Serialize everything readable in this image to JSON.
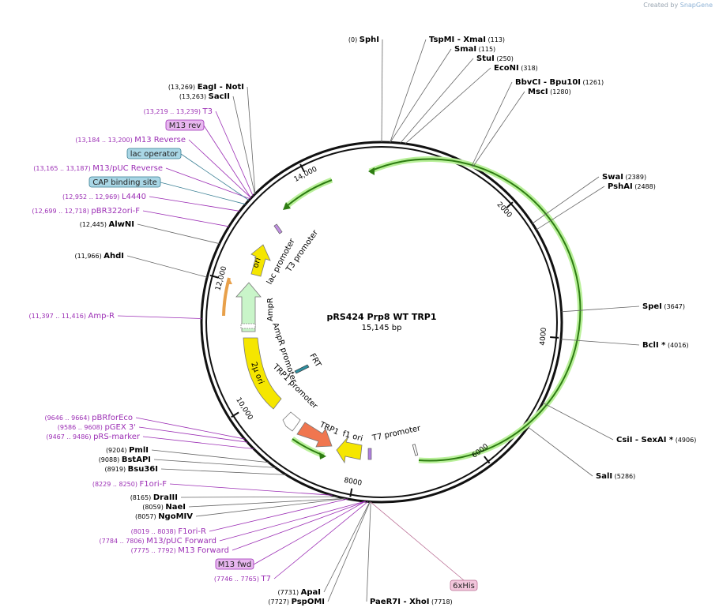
{
  "credit": {
    "prefix": "Created by",
    "brand": "SnapGene"
  },
  "map": {
    "title": "pRS424 Prp8 WT TRP1",
    "size": "15,145 bp",
    "ticks": [
      "2000",
      "4000",
      "6000",
      "8000",
      "10,000",
      "12,000",
      "14,000"
    ],
    "enzymes": [
      {
        "name": "SphI",
        "pos": "(0)",
        "bp": 0,
        "side": "L"
      },
      {
        "name": "TspMI  - XmaI",
        "pos": "(113)",
        "bp": 113,
        "side": "R"
      },
      {
        "name": "SmaI",
        "pos": "(115)",
        "bp": 115,
        "side": "R"
      },
      {
        "name": "StuI",
        "pos": "(250)",
        "bp": 250,
        "side": "R"
      },
      {
        "name": "EcoNI",
        "pos": "(318)",
        "bp": 318,
        "side": "R"
      },
      {
        "name": "BbvCI  - Bpu10I",
        "pos": "(1261)",
        "bp": 1261,
        "side": "R"
      },
      {
        "name": "MscI",
        "pos": "(1280)",
        "bp": 1280,
        "side": "R"
      },
      {
        "name": "SwaI",
        "pos": "(2389)",
        "bp": 2389,
        "side": "R"
      },
      {
        "name": "PshAI",
        "pos": "(2488)",
        "bp": 2488,
        "side": "R"
      },
      {
        "name": "SpeI",
        "pos": "(3647)",
        "bp": 3647,
        "side": "R"
      },
      {
        "name": "BclI *",
        "pos": "(4016)",
        "bp": 4016,
        "side": "R"
      },
      {
        "name": "CsiI  - SexAI *",
        "pos": "(4906)",
        "bp": 4906,
        "side": "R"
      },
      {
        "name": "SalI",
        "pos": "(5286)",
        "bp": 5286,
        "side": "R"
      },
      {
        "name": "PaeR7I  - XhoI",
        "pos": "(7718)",
        "bp": 7718,
        "side": "R"
      },
      {
        "name": "PspOMI",
        "pos": "(7727)",
        "bp": 7727,
        "side": "L"
      },
      {
        "name": "ApaI",
        "pos": "(7731)",
        "bp": 7731,
        "side": "L"
      },
      {
        "name": "NgoMIV",
        "pos": "(8057)",
        "bp": 8057,
        "side": "L"
      },
      {
        "name": "NaeI",
        "pos": "(8059)",
        "bp": 8059,
        "side": "L"
      },
      {
        "name": "DraIII",
        "pos": "(8165)",
        "bp": 8165,
        "side": "L"
      },
      {
        "name": "Bsu36I",
        "pos": "(8919)",
        "bp": 8919,
        "side": "L"
      },
      {
        "name": "BstAPI",
        "pos": "(9088)",
        "bp": 9088,
        "side": "L"
      },
      {
        "name": "PmlI",
        "pos": "(9204)",
        "bp": 9204,
        "side": "L"
      },
      {
        "name": "AhdI",
        "pos": "(11,966)",
        "bp": 11966,
        "side": "L"
      },
      {
        "name": "AlwNI",
        "pos": "(12,445)",
        "bp": 12445,
        "side": "L"
      },
      {
        "name": "SacII",
        "pos": "(13,263)",
        "bp": 13263,
        "side": "L"
      },
      {
        "name": "EagI  - NotI",
        "pos": "(13,269)",
        "bp": 13269,
        "side": "L"
      }
    ],
    "primers": [
      {
        "name": "T3",
        "pos": "(13,219 .. 13,239)",
        "bp": 13229
      },
      {
        "name": "M13 Reverse",
        "pos": "(13,184 .. 13,200)",
        "bp": 13192
      },
      {
        "name": "M13/pUC Reverse",
        "pos": "(13,165 .. 13,187)",
        "bp": 13176
      },
      {
        "name": "L4440",
        "pos": "(12,952 .. 12,969)",
        "bp": 12960
      },
      {
        "name": "pBR322ori-F",
        "pos": "(12,699 .. 12,718)",
        "bp": 12708
      },
      {
        "name": "Amp-R",
        "pos": "(11,397 .. 11,416)",
        "bp": 11406
      },
      {
        "name": "pBRforEco",
        "pos": "(9646 .. 9664)",
        "bp": 9655
      },
      {
        "name": "pGEX 3'",
        "pos": "(9586 .. 9608)",
        "bp": 9597
      },
      {
        "name": "pRS-marker",
        "pos": "(9467 .. 9486)",
        "bp": 9476
      },
      {
        "name": "F1ori-F",
        "pos": "(8229 .. 8250)",
        "bp": 8240
      },
      {
        "name": "F1ori-R",
        "pos": "(8019 .. 8038)",
        "bp": 8028
      },
      {
        "name": "M13/pUC Forward",
        "pos": "(7784 .. 7806)",
        "bp": 7795
      },
      {
        "name": "M13 Forward",
        "pos": "(7775 .. 7792)",
        "bp": 7784
      },
      {
        "name": "T7",
        "pos": "(7746 .. 7765)",
        "bp": 7755
      }
    ],
    "boxed": [
      {
        "name": "M13 rev",
        "bp": 13190,
        "fill": "#e8b7f0",
        "stroke": "#9c2fb5"
      },
      {
        "name": "lac operator",
        "bp": 13150,
        "fill": "#a9d6e5",
        "stroke": "#3a7f94"
      },
      {
        "name": "CAP binding site",
        "bp": 13080,
        "fill": "#a9d6e5",
        "stroke": "#3a7f94"
      },
      {
        "name": "M13 fwd",
        "bp": 7790,
        "fill": "#e8b7f0",
        "stroke": "#9c2fb5"
      },
      {
        "name": "6xHis",
        "bp": 7725,
        "fill": "#f2c6dc",
        "stroke": "#b96c93"
      }
    ],
    "features": [
      {
        "name": "ori",
        "kind": "arrow",
        "color": "#f5e600"
      },
      {
        "name": "AmpR",
        "kind": "arrow",
        "color": "#c9f5c9"
      },
      {
        "name": "2μ ori",
        "kind": "arrow",
        "color": "#f5e600"
      },
      {
        "name": "TRP1",
        "kind": "arrow",
        "color": "#f0764f"
      },
      {
        "name": "f1 ori",
        "kind": "arrow",
        "color": "#f5e600"
      },
      {
        "name": "lac promoter",
        "kind": "label"
      },
      {
        "name": "T3 promoter",
        "kind": "label"
      },
      {
        "name": "AmpR promoter",
        "kind": "label"
      },
      {
        "name": "TRP1 promoter",
        "kind": "label"
      },
      {
        "name": "T7 promoter",
        "kind": "label"
      },
      {
        "name": "FRT",
        "kind": "label"
      }
    ],
    "colors": {
      "enzyme": "#000000",
      "primer": "#9c2fb5",
      "ring": "#111111",
      "cds": "#2e7d12",
      "cds_halo": "#b9f09a"
    }
  }
}
